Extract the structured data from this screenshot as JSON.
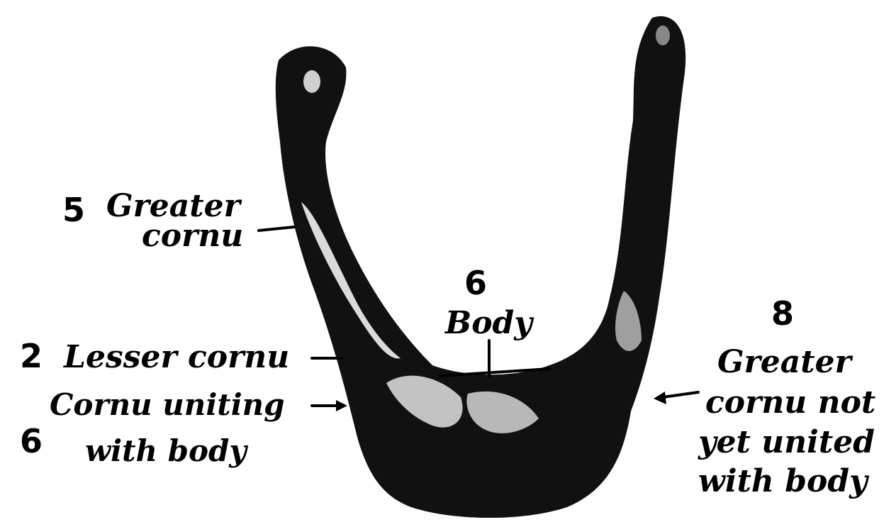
{
  "figure": {
    "subject": "hyoid-bone",
    "labels": {
      "greater_cornu_left": {
        "marker": "5",
        "line1": "Greater",
        "line2": "cornu"
      },
      "body": {
        "marker": "6",
        "text": "Body"
      },
      "lesser_cornu": {
        "marker": "2",
        "text": "Lesser cornu"
      },
      "cornu_uniting": {
        "marker": "6",
        "line1": "Cornu uniting",
        "line2": "with body"
      },
      "greater_cornu_right": {
        "marker": "8",
        "line1": "Greater",
        "line2": "cornu not",
        "line3": "yet united",
        "line4": "with body"
      }
    },
    "colors": {
      "bone": "#111111",
      "highlight": "#ffffff",
      "background": "#ffffff",
      "ink": "#000000"
    }
  }
}
